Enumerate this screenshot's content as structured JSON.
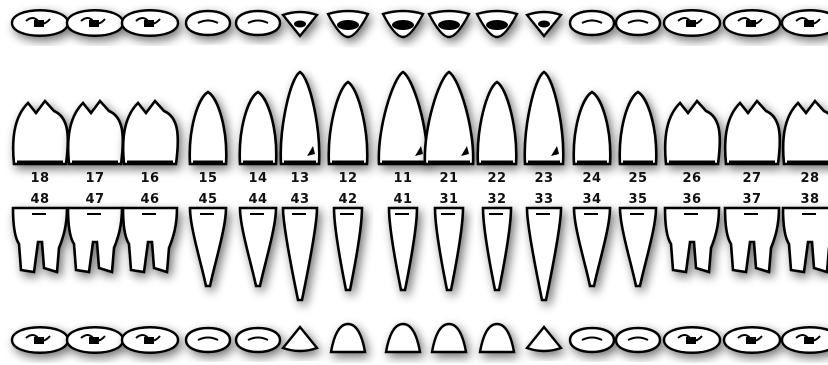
{
  "dental_chart": {
    "upper_numbers": [
      "18",
      "17",
      "16",
      "15",
      "14",
      "13",
      "12",
      "11",
      "21",
      "22",
      "23",
      "24",
      "25",
      "26",
      "27",
      "28"
    ],
    "lower_numbers": [
      "48",
      "47",
      "46",
      "45",
      "44",
      "43",
      "42",
      "41",
      "31",
      "32",
      "33",
      "34",
      "35",
      "36",
      "37",
      "38"
    ],
    "colors": {
      "outline": "#000000",
      "tooth_fill": "#ffffff",
      "shadow": "#9a9a9a",
      "background": "#ffffff"
    }
  }
}
